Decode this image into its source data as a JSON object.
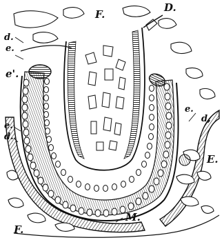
{
  "labels": {
    "D": "D.",
    "F_top": "F.",
    "d_top_left": "d.",
    "e_top_left": "e.",
    "e_prime": "e'.",
    "e_left": "e.",
    "d_left": "d.",
    "e_right": "e.",
    "d_right": "d,",
    "E": "E.",
    "M": "M.",
    "F_bottom": "F."
  },
  "colors": {
    "ink": "#111111",
    "paper": "#ffffff"
  }
}
